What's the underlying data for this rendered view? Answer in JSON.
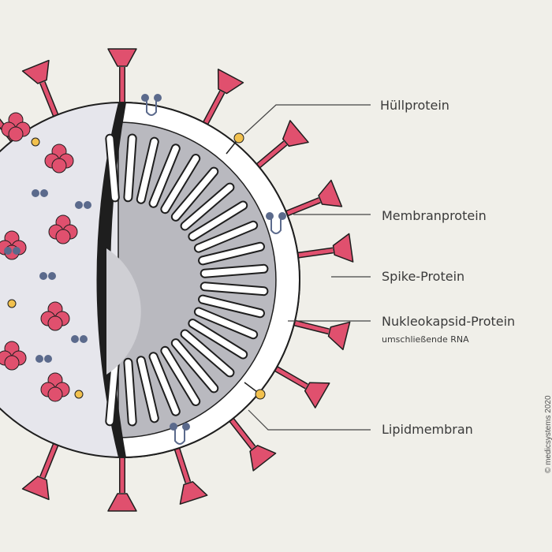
{
  "labels": {
    "envelope_protein": "Hüllprotein",
    "membrane_protein": "Membranprotein",
    "spike_protein": "Spike-Protein",
    "nucleocapsid_protein": "Nukleokapsid-Protein",
    "nucleocapsid_sub": "umschließende RNA",
    "lipid_membrane": "Lipidmembran"
  },
  "copyright": "© medicsystems 2020",
  "colors": {
    "background": "#f0efe9",
    "spike": "#e0506e",
    "membrane_protein": "#5b6a8c",
    "envelope_protein": "#f2c14e",
    "surface": "#e6e6ec",
    "inner": "#b9b9bf",
    "outline": "#1e1e1e"
  }
}
